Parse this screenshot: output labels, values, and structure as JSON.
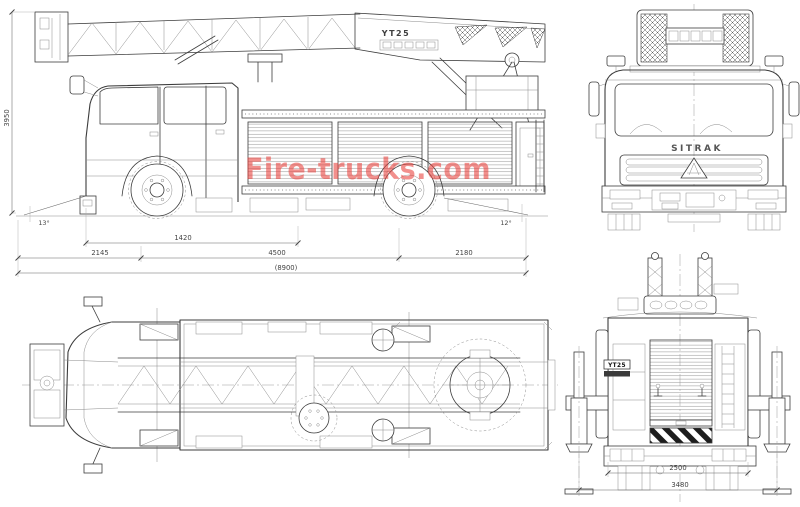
{
  "watermark": {
    "text": "Fire-trucks.com",
    "color": "#e8403a"
  },
  "side_view": {
    "ladder_model_label": "YT25",
    "dim_height": "3950",
    "approach_angle": "13°",
    "departure_angle": "12°",
    "dim_cab_section": "1420",
    "dim_front_overhang": "2145",
    "dim_wheelbase": "4500",
    "dim_rear_overhang": "2180",
    "dim_overall_length": "(8900)"
  },
  "front_view": {
    "brand": "SITRAK"
  },
  "rear_view": {
    "model_label": "YT25",
    "dim_body_width": "2500",
    "dim_outrigger_span": "3480"
  },
  "colors": {
    "line": "#3c3c3c",
    "background": "#ffffff",
    "watermark": "#e8403a"
  }
}
